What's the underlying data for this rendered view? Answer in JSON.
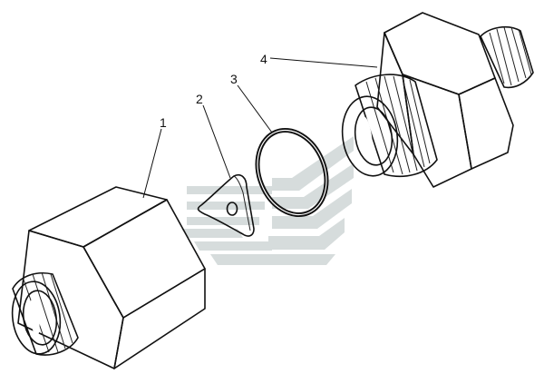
{
  "diagram": {
    "callouts": [
      {
        "id": "callout-1",
        "text": "1"
      },
      {
        "id": "callout-2",
        "text": "2"
      },
      {
        "id": "callout-3",
        "text": "3"
      },
      {
        "id": "callout-4",
        "text": "4"
      }
    ]
  },
  "colors": {
    "line": "#111111",
    "face_light": "#ffffff",
    "face_shade": "#efefef",
    "thread_dark": "#111111",
    "watermark": "#cfd6d6"
  }
}
